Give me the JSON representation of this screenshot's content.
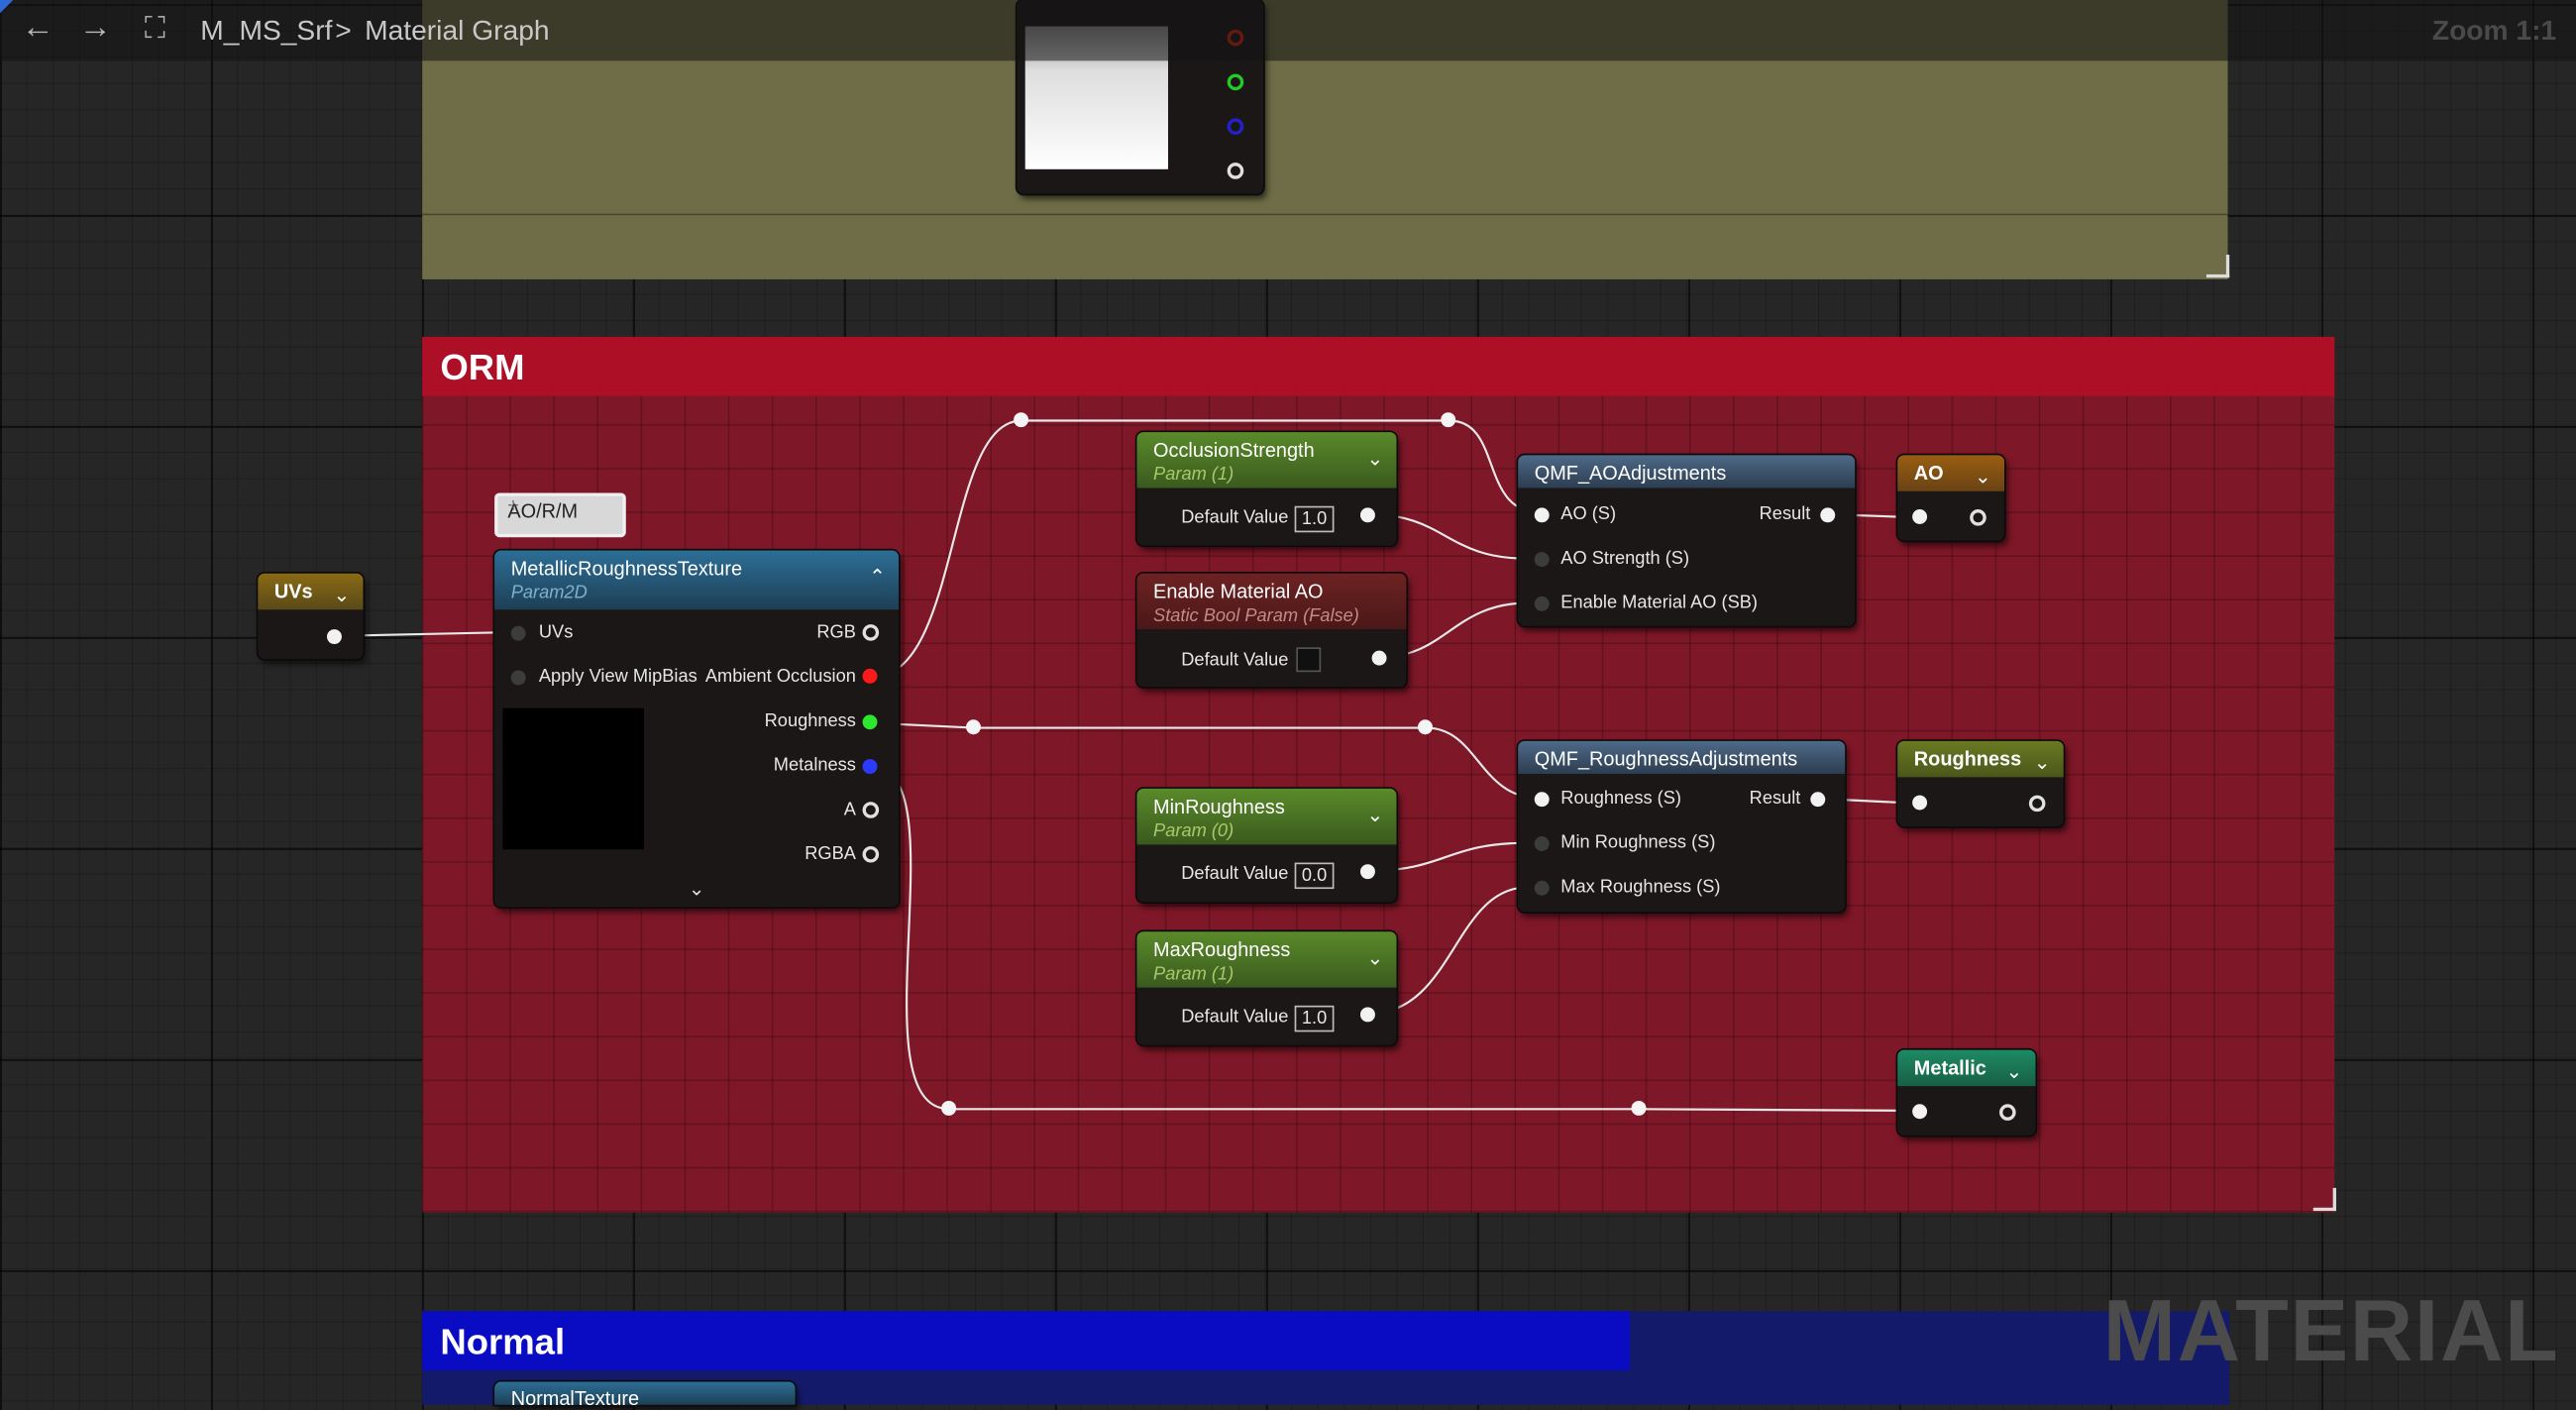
{
  "topbar": {
    "back_icon": "arrow-left-icon",
    "forward_icon": "arrow-right-icon",
    "graph_icon": "graph-hierarchy-icon",
    "asset_name": "M_MS_Srf",
    "separator": ">",
    "graph_name": "Material Graph",
    "zoom": "Zoom 1:1"
  },
  "comments": {
    "orm": "ORM",
    "normal": "Normal"
  },
  "nodes": {
    "uvs": {
      "title": "UVs"
    },
    "texture": {
      "title": "MetallicRoughnessTexture",
      "subtitle": "Param2D",
      "inputs": [
        "UVs",
        "Apply View MipBias"
      ],
      "outputs": [
        "RGB",
        "Ambient Occlusion",
        "Roughness",
        "Metalness",
        "A",
        "RGBA"
      ]
    },
    "tag": "AO/R/M",
    "occlusion_strength": {
      "title": "OcclusionStrength",
      "subtitle": "Param (1)",
      "label": "Default Value",
      "value": "1.0"
    },
    "enable_ao": {
      "title": "Enable Material AO",
      "subtitle": "Static Bool Param (False)",
      "label": "Default Value"
    },
    "min_roughness": {
      "title": "MinRoughness",
      "subtitle": "Param (0)",
      "label": "Default Value",
      "value": "0.0"
    },
    "max_roughness": {
      "title": "MaxRoughness",
      "subtitle": "Param (1)",
      "label": "Default Value",
      "value": "1.0"
    },
    "ao_adjust": {
      "title": "QMF_AOAdjustments",
      "inputs": [
        "AO (S)",
        "AO Strength (S)",
        "Enable Material AO (SB)"
      ],
      "output": "Result"
    },
    "rough_adjust": {
      "title": "QMF_RoughnessAdjustments",
      "inputs": [
        "Roughness (S)",
        "Min Roughness (S)",
        "Max Roughness (S)"
      ],
      "output": "Result"
    },
    "ao_out": {
      "title": "AO"
    },
    "roughness_out": {
      "title": "Roughness"
    },
    "metallic_out": {
      "title": "Metallic"
    },
    "normal_texture": {
      "title": "NormalTexture"
    }
  },
  "watermark": "MATERIAL",
  "colors": {
    "red_pin": "#ff1a1a",
    "green_pin": "#2ee62e",
    "blue_pin": "#2a3bff",
    "orm_comment": "#7e1727",
    "normal_comment": "#0a0cc4"
  }
}
